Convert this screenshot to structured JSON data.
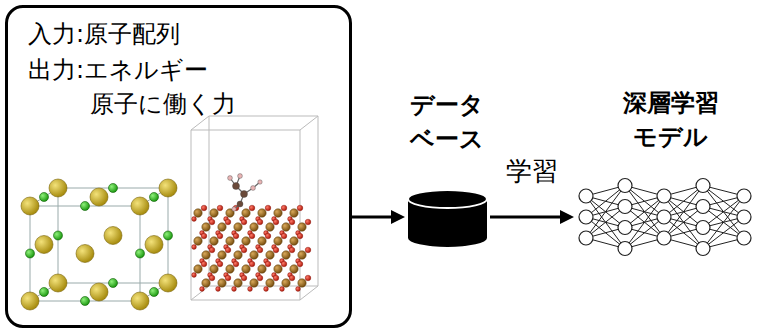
{
  "diagram": {
    "nodes": [
      {
        "text": [
          "入力:原子配列",
          "出力:エネルギー 原子に働く力"
        ]
      },
      {
        "text": [
          "データ ベース"
        ]
      },
      {
        "text": [
          "深層学習 モデル"
        ]
      }
    ],
    "edges": [
      {
        "from": 0,
        "to": 1,
        "arrow": "to"
      },
      {
        "from": 1,
        "to": 2,
        "label": "学習",
        "arrow": "to"
      }
    ]
  }
}
